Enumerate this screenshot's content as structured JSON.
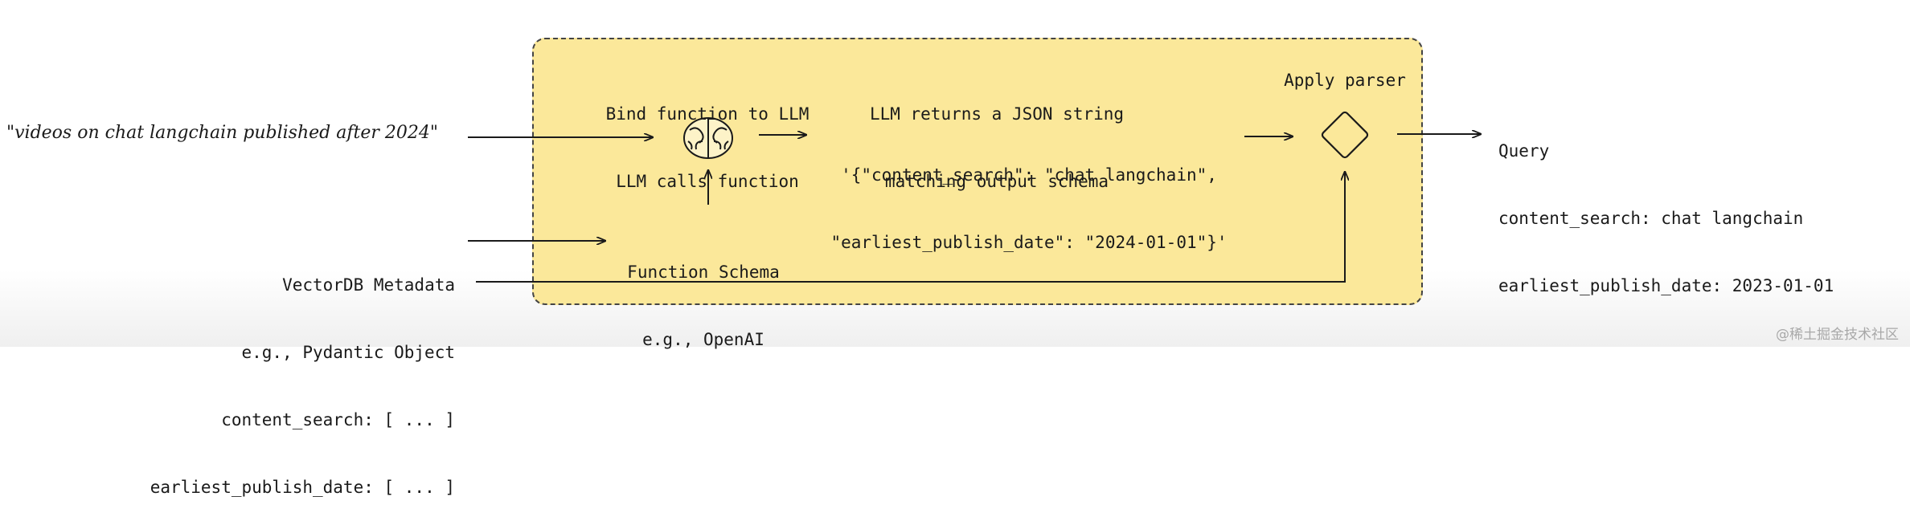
{
  "input_query": "\"videos on chat langchain published after 2024\"",
  "step_bind": {
    "line1": "Bind function to LLM",
    "line2": "LLM calls function"
  },
  "step_llm_returns": {
    "line1": "LLM returns a JSON string",
    "line2": "matching output schema"
  },
  "json_output": {
    "line1": "'{\"content_search\": \"chat langchain\",",
    "line2": "\"earliest_publish_date\": \"2024-01-01\"}'"
  },
  "step_parser": "Apply parser",
  "query_result": {
    "title": "Query",
    "line1": "content_search: chat langchain",
    "line2": "earliest_publish_date: 2023-01-01"
  },
  "function_schema": {
    "line1": "Function Schema",
    "line2": "e.g., OpenAI"
  },
  "metadata": {
    "line1": "VectorDB Metadata",
    "line2": "e.g., Pydantic Object",
    "line3": "content_search: [ ... ]",
    "line4": "earliest_publish_date: [ ... ]"
  },
  "watermark": "@稀土掘金技术社区",
  "icons": {
    "brain": "brain-icon",
    "parser": "diamond-icon"
  },
  "colors": {
    "box_fill": "#fbe89a",
    "box_border": "#444444",
    "stroke": "#1a1a1a"
  }
}
